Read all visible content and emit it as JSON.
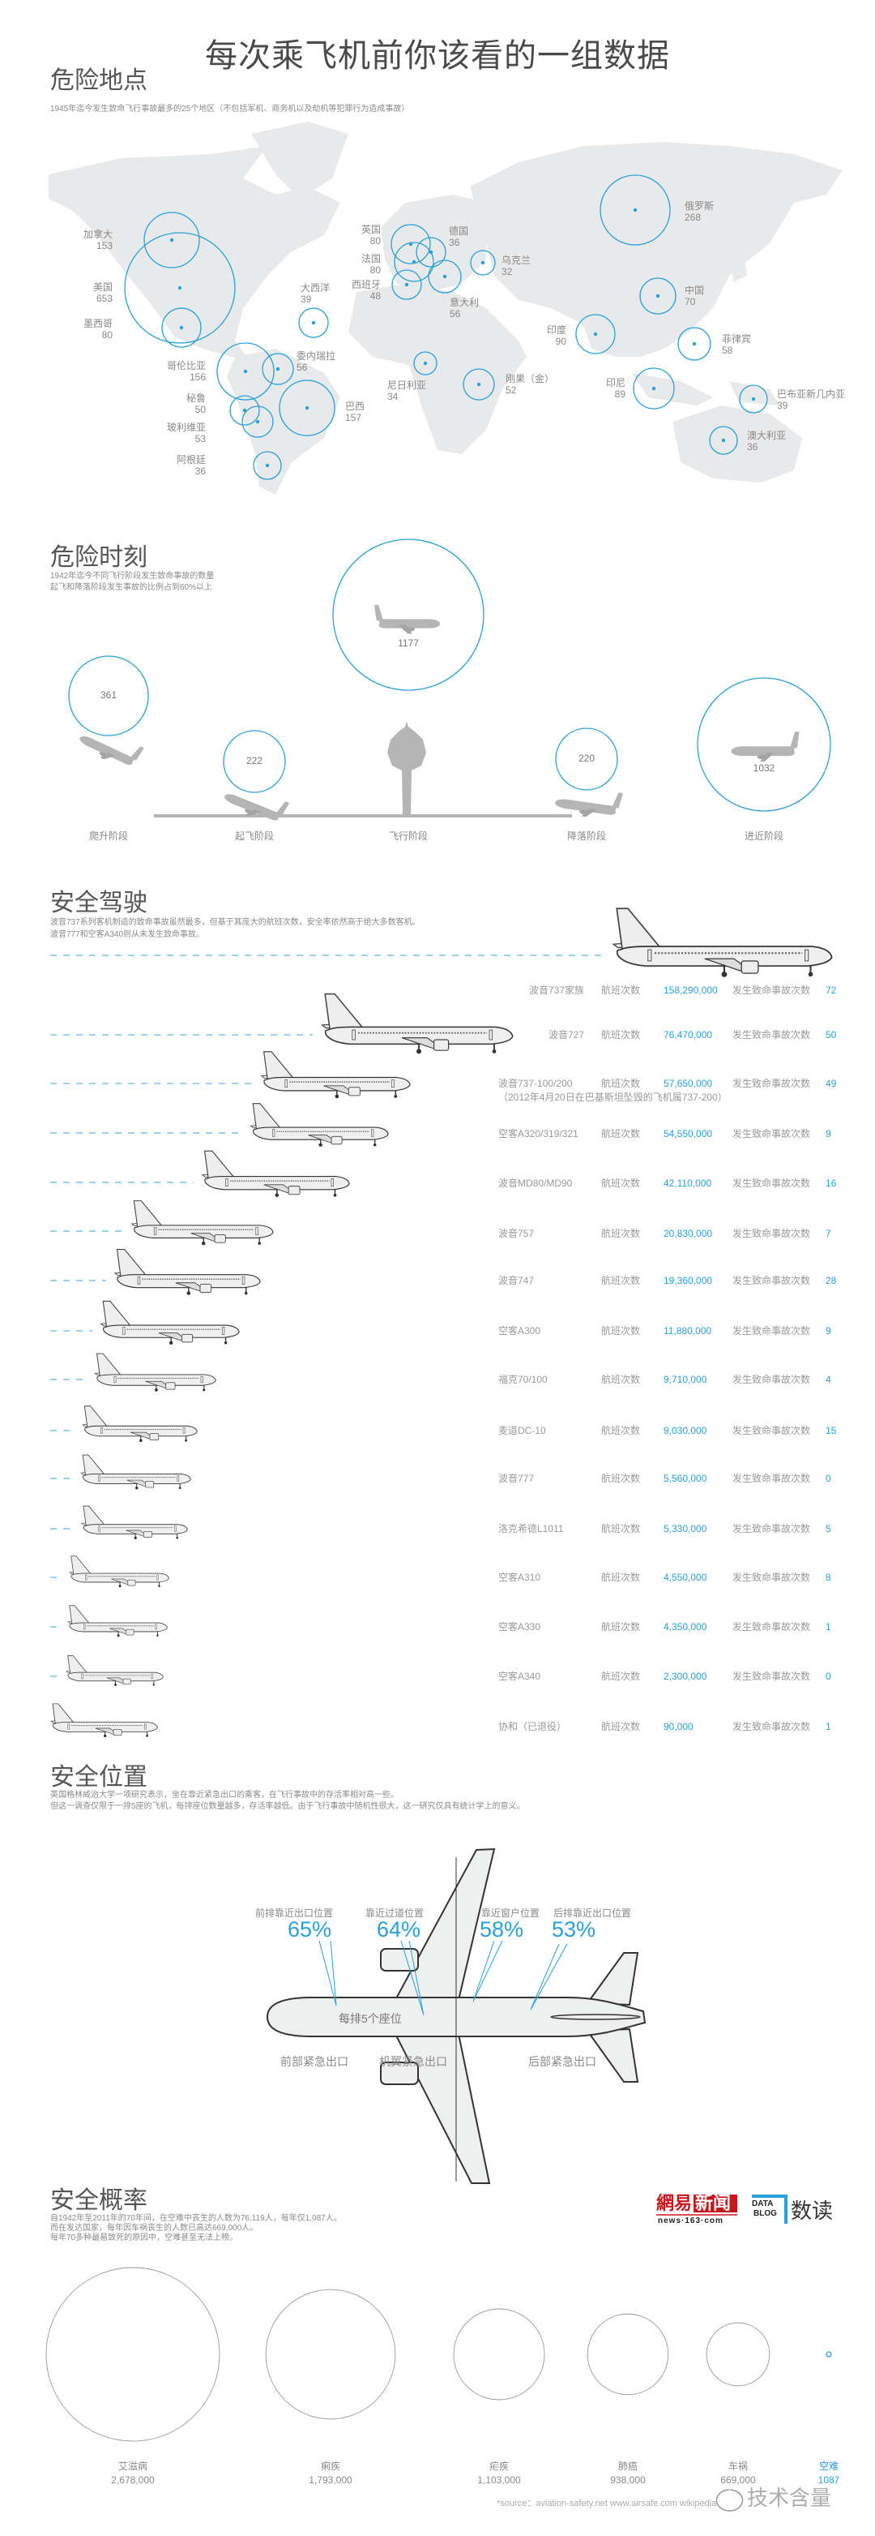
{
  "title": "每次乘飞机前你该看的一组数据",
  "colors": {
    "accent": "#2a9fd8",
    "land": "#e8e9ea",
    "silhouette": "#b5b5b5",
    "netease_red": "#c8161d"
  },
  "locations": {
    "heading": "危险地点",
    "subtitle": "1945年迄今发生致命飞行事故最多的25个地区（不包括军机、商务机以及劫机等犯罪行为造成事故）",
    "items": [
      {
        "name": "加拿大",
        "count": "153"
      },
      {
        "name": "美国",
        "count": "653"
      },
      {
        "name": "墨西哥",
        "count": "80"
      },
      {
        "name": "哥伦比亚",
        "count": "156"
      },
      {
        "name": "委内瑞拉",
        "count": "56"
      },
      {
        "name": "秘鲁",
        "count": "50"
      },
      {
        "name": "玻利维亚",
        "count": "53"
      },
      {
        "name": "巴西",
        "count": "157"
      },
      {
        "name": "阿根廷",
        "count": "36"
      },
      {
        "name": "大西洋",
        "count": "39"
      },
      {
        "name": "英国",
        "count": "80"
      },
      {
        "name": "德国",
        "count": "36"
      },
      {
        "name": "法国",
        "count": "80"
      },
      {
        "name": "西班牙",
        "count": "48"
      },
      {
        "name": "意大利",
        "count": "56"
      },
      {
        "name": "乌克兰",
        "count": "32"
      },
      {
        "name": "俄罗斯",
        "count": "268"
      },
      {
        "name": "中国",
        "count": "70"
      },
      {
        "name": "印度",
        "count": "90"
      },
      {
        "name": "菲律宾",
        "count": "58"
      },
      {
        "name": "印尼",
        "count": "89"
      },
      {
        "name": "巴布亚新几内亚",
        "count": "39"
      },
      {
        "name": "澳大利亚",
        "count": "36"
      },
      {
        "name": "尼日利亚",
        "count": "34"
      },
      {
        "name": "刚果（金）",
        "count": "52"
      }
    ]
  },
  "phases": {
    "heading": "危险时刻",
    "subtitle_lines": [
      "1942年迄今不同飞行阶段发生致命事故的数量",
      "起飞和降落阶段发生事故的比例占到60%以上"
    ],
    "items": [
      {
        "name": "爬升阶段",
        "count": "361"
      },
      {
        "name": "起飞阶段",
        "count": "222"
      },
      {
        "name": "飞行阶段",
        "count": "1177"
      },
      {
        "name": "降落阶段",
        "count": "220"
      },
      {
        "name": "进近阶段",
        "count": "1032"
      }
    ]
  },
  "aircraft": {
    "heading": "安全驾驶",
    "desc_lines": [
      "波音737系列客机制造的致命事故虽然最多，但基于其庞大的航班次数，安全率依然高于绝大多数客机。",
      "波音777和空客A340则从未发生致命事故。"
    ],
    "flights_label": "航班次数",
    "fatal_label": "发生致命事故次数",
    "rows": [
      {
        "model": "波音737家族",
        "flights": "158,290,000",
        "fatal": "72"
      },
      {
        "model": "波音727",
        "flights": "76,470,000",
        "fatal": "50"
      },
      {
        "model": "波音737-100/200",
        "flights": "57,650,000",
        "fatal": "49",
        "note": "（2012年4月20日在巴基斯坦坠毁的飞机属737-200）"
      },
      {
        "model": "空客A320/319/321",
        "flights": "54,550,000",
        "fatal": "9"
      },
      {
        "model": "波音MD80/MD90",
        "flights": "42,110,000",
        "fatal": "16"
      },
      {
        "model": "波音757",
        "flights": "20,830,000",
        "fatal": "7"
      },
      {
        "model": "波音747",
        "flights": "19,360,000",
        "fatal": "28"
      },
      {
        "model": "空客A300",
        "flights": "11,880,000",
        "fatal": "9"
      },
      {
        "model": "福克70/100",
        "flights": "9,710,000",
        "fatal": "4"
      },
      {
        "model": "麦道DC-10",
        "flights": "9,030,000",
        "fatal": "15"
      },
      {
        "model": "波音777",
        "flights": "5,560,000",
        "fatal": "0"
      },
      {
        "model": "洛克希德L1011",
        "flights": "5,330,000",
        "fatal": "5"
      },
      {
        "model": "空客A310",
        "flights": "4,550,000",
        "fatal": "8"
      },
      {
        "model": "空客A330",
        "flights": "4,350,000",
        "fatal": "1"
      },
      {
        "model": "空客A340",
        "flights": "2,300,000",
        "fatal": "0"
      },
      {
        "model": "协和（已退役）",
        "flights": "90,000",
        "fatal": "1"
      }
    ]
  },
  "seats": {
    "heading": "安全位置",
    "desc_lines": [
      "英国格林威治大学一项研究表示，坐在靠近紧急出口的乘客，在飞行事故中的存活率相对高一些。",
      "但这一调查仅限于一排5座的飞机，每排座位数量越多，存活率越低。由于飞行事故中随机性很大，这一研究仅具有统计学上的意义。"
    ],
    "seat_label": "每排5个座位",
    "positions": [
      {
        "label": "前排靠近出口位置",
        "rate": "65%"
      },
      {
        "label": "靠近过道位置",
        "rate": "64%"
      },
      {
        "label": "靠近窗户位置",
        "rate": "58%"
      },
      {
        "label": "后排靠近出口位置",
        "rate": "53%"
      }
    ],
    "exits": [
      "前部紧急出口",
      "机翼紧急出口",
      "后部紧急出口"
    ]
  },
  "probability": {
    "heading": "安全概率",
    "desc_lines": [
      "自1942年至2011年的70年间，在空难中丧生的人数为76,119人，每年仅1,087人。",
      "而在发达国家，每年因车祸丧生的人数已高达669,000人。",
      "每年70多种最易致死的原因中，空难甚至无法上榜。"
    ],
    "items": [
      {
        "name": "艾滋病",
        "deaths": "2,678,000"
      },
      {
        "name": "痢疾",
        "deaths": "1,793,000"
      },
      {
        "name": "疟疾",
        "deaths": "1,103,000"
      },
      {
        "name": "肺癌",
        "deaths": "938,000"
      },
      {
        "name": "车祸",
        "deaths": "669,000"
      },
      {
        "name": "空难",
        "deaths": "1087",
        "highlight": true
      }
    ],
    "source": "*source：aviation-safety.net www.airsafe.com wikipedia"
  },
  "logos": {
    "netease_a": "網易",
    "netease_b": "新闻",
    "netease_url": "news·163·com",
    "datablog_1": "DATA",
    "datablog_2": "BLOG",
    "shudu": "数读"
  },
  "watermark": "技术含量"
}
